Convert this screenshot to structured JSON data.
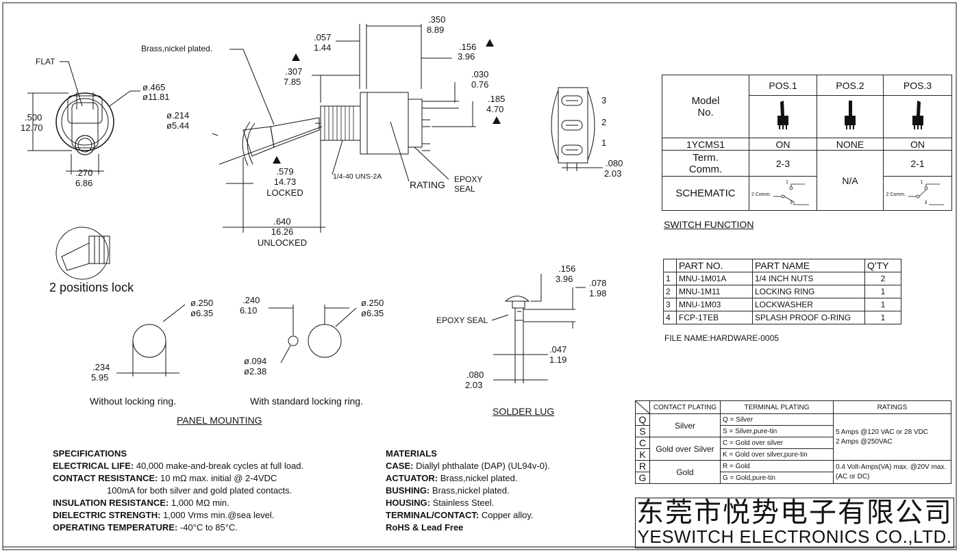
{
  "frame": {
    "color": "#111111"
  },
  "side_view": {
    "flat": "FLAT",
    "d465": "ø.465",
    "d465mm": "ø11.81",
    "d500": ".500",
    "d500mm": "12.70",
    "d270": ".270",
    "d270mm": "6.86"
  },
  "main_view": {
    "brass": "Brass,nickel plated.",
    "d057": ".057",
    "d057mm": "1.44",
    "d350": ".350",
    "d350mm": "8.89",
    "d156": ".156",
    "d156mm": "3.96",
    "d307": ".307",
    "d307mm": "7.85",
    "d030": ".030",
    "d030mm": "0.76",
    "d185": ".185",
    "d185mm": "4.70",
    "d214": "ø.214",
    "d214mm": "ø5.44",
    "d579": ".579",
    "d579mm": "14.73",
    "locked": "LOCKED",
    "thread": "1/4-40 UNS-2A",
    "rating": "RATING",
    "epoxy1": "EPOXY",
    "epoxy2": "SEAL",
    "d640": ".640",
    "d640mm": "16.26",
    "unlocked": "UNLOCKED",
    "pos_lock": "2 positions lock"
  },
  "terminal_view": {
    "t3": "3",
    "t2": "2",
    "t1": "1",
    "d080": ".080",
    "d080mm": "2.03"
  },
  "switch_function": {
    "title": "SWITCH  FUNCTION",
    "model_no": "Model\nNo.",
    "pos1": "POS.1",
    "pos2": "POS.2",
    "pos3": "POS.3",
    "model": "1YCMS1",
    "on1": "ON",
    "none": "NONE",
    "on3": "ON",
    "term_comm": "Term.\nComm.",
    "tc1": "2-3",
    "na": "N/A",
    "tc3": "2-1",
    "schematic": "SCHEMATIC",
    "s_comm": "2 Comm.",
    "s_1": "1",
    "s_3": "3"
  },
  "parts": {
    "headers": [
      "",
      "PART NO.",
      "PART NAME",
      "Q'TY"
    ],
    "rows": [
      [
        "1",
        "MNU-1M01A",
        "1/4 INCH NUTS",
        "2"
      ],
      [
        "2",
        "MNU-1M11",
        "LOCKING RING",
        "1"
      ],
      [
        "3",
        "MNU-1M03",
        "LOCKWASHER",
        "1"
      ],
      [
        "4",
        "FCP-1TEB",
        "SPLASH PROOF O-RING",
        "1"
      ]
    ],
    "file_name": "FILE NAME:HARDWARE-0005"
  },
  "panel_mounting": {
    "d250a": "ø.250",
    "d250amm": "ø6.35",
    "d240": ".240",
    "d240mm": "6.10",
    "d250b": "ø.250",
    "d250bmm": "ø6.35",
    "d234": ".234",
    "d234mm": "5.95",
    "d094": "ø.094",
    "d094mm": "ø2.38",
    "without": "Without locking ring.",
    "with": "With standard locking ring.",
    "title": "PANEL MOUNTING"
  },
  "solder_lug": {
    "d156": ".156",
    "d156mm": "3.96",
    "d078": ".078",
    "d078mm": "1.98",
    "epoxy": "EPOXY SEAL",
    "d047": ".047",
    "d047mm": "1.19",
    "d080": ".080",
    "d080mm": "2.03",
    "title": "SOLDER LUG"
  },
  "specifications": {
    "title": "SPECIFICATIONS",
    "l1k": "ELECTRICAL LIFE:",
    "l1v": " 40,000 make-and-break cycles at full load.",
    "l2k": "CONTACT RESISTANCE:",
    "l2v": " 10 mΩ  max. initial @ 2-4VDC",
    "l3v": "100mA for both silver and gold plated contacts.",
    "l4k": "INSULATION RESISTANCE:",
    "l4v": " 1,000 MΩ  min.",
    "l5k": "DIELECTRIC STRENGTH:",
    "l5v": " 1,000 Vrms min.@sea level.",
    "l6k": "OPERATING TEMPERATURE:",
    "l6v": " -40°C to 85°C."
  },
  "materials": {
    "title": "MATERIALS",
    "l1k": "CASE:",
    "l1v": " Diallyl phthalate (DAP) (UL94v-0).",
    "l2k": "ACTUATOR:",
    "l2v": " Brass,nickel plated.",
    "l3k": "BUSHING:",
    "l3v": " Brass,nickel plated.",
    "l4k": "HOUSING:",
    "l4v": " Stainless Steel.",
    "l5k": "TERMINAL/CONTACT:",
    "l5v": " Copper alloy.",
    "l6": "RoHS & Lead Free"
  },
  "plating": {
    "h_contact": "CONTACT PLATING",
    "h_terminal": "TERMINAL  PLATING",
    "h_ratings": "RATINGS",
    "codes": [
      "Q",
      "S",
      "C",
      "K",
      "R",
      "G"
    ],
    "silver": "Silver",
    "gold_over_silver": "Gold over Silver",
    "gold": "Gold",
    "t_q": "Q = Silver",
    "t_s": "S = Silver,pure-tin",
    "t_c": "C = Gold over silver",
    "t_k": "K = Gold over silver,pure-tin",
    "t_r": "R = Gold",
    "t_g": "G = Gold,pure-tin",
    "r1a": "5 Amps @120 VAC or 28 VDC",
    "r1b": "2 Amps @250VAC",
    "r2a": "0.4 Volt-Amps(VA) max. @20V max.",
    "r2b": "(AC or DC)"
  },
  "company": {
    "cn": "东莞市悦势电子有限公司",
    "en": "YESWITCH ELECTRONICS CO.,LTD."
  }
}
